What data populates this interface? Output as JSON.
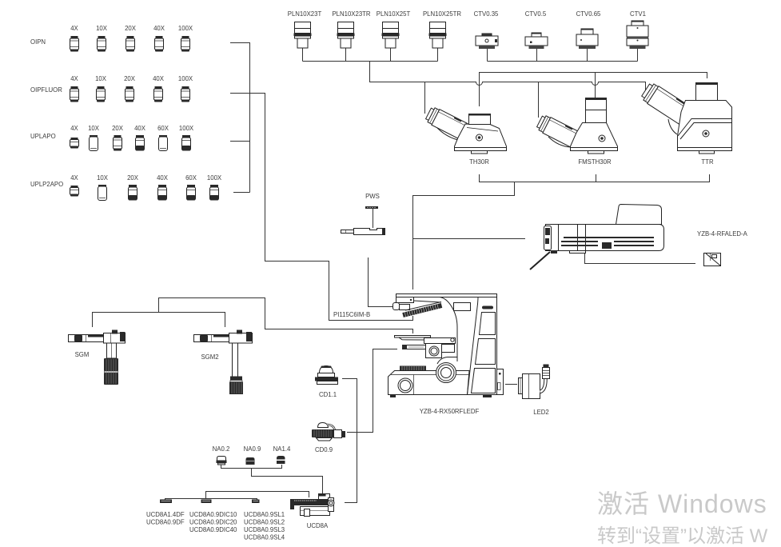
{
  "diagram": {
    "objectives": [
      {
        "series": "OIPN",
        "magnifications": [
          "4X",
          "10X",
          "20X",
          "40X",
          "100X"
        ]
      },
      {
        "series": "OIPFLUOR",
        "magnifications": [
          "4X",
          "10X",
          "20X",
          "40X",
          "100X"
        ]
      },
      {
        "series": "UPLAPO",
        "magnifications": [
          "4X",
          "10X",
          "20X",
          "40X",
          "60X",
          "100X"
        ]
      },
      {
        "series": "UPLP2APO",
        "magnifications": [
          "4X",
          "10X",
          "20X",
          "40X",
          "60X",
          "100X"
        ]
      }
    ],
    "eyepieces": [
      "PLN10X23T",
      "PLN10X23TR",
      "PLN10X25T",
      "PLN10X25TR"
    ],
    "camera_adapters": [
      "CTV0.35",
      "CTV0.5",
      "CTV0.65",
      "CTV1"
    ],
    "heads": [
      "TH30R",
      "FMSTH30R",
      "TTR"
    ],
    "pws": "PWS",
    "illuminator": "YZB-4-RFALED-A",
    "nosepiece": "PI115C6IM-B",
    "stages": [
      "SGM",
      "SGM2"
    ],
    "stand": "YZB-4-RX50RFLEDF",
    "light_source": "LED2",
    "condensers": [
      "CD1.1",
      "CD0.9"
    ],
    "na_modules": [
      "NA0.2",
      "NA0.9",
      "NA1.4"
    ],
    "universal_condenser": "UCD8A",
    "condenser_sliders": [
      [
        "UCD8A1.4DF",
        "UCD8A0.9DF"
      ],
      [
        "UCD8A0.9DIC10",
        "UCD8A0.9DIC20",
        "UCD8A0.9DIC40"
      ],
      [
        "UCD8A0.9SL1",
        "UCD8A0.9SL2",
        "UCD8A0.9SL3",
        "UCD8A0.9SL4"
      ]
    ]
  },
  "watermark": {
    "title": "激活 Windows",
    "subtitle": "转到“设置”以激活 W"
  }
}
